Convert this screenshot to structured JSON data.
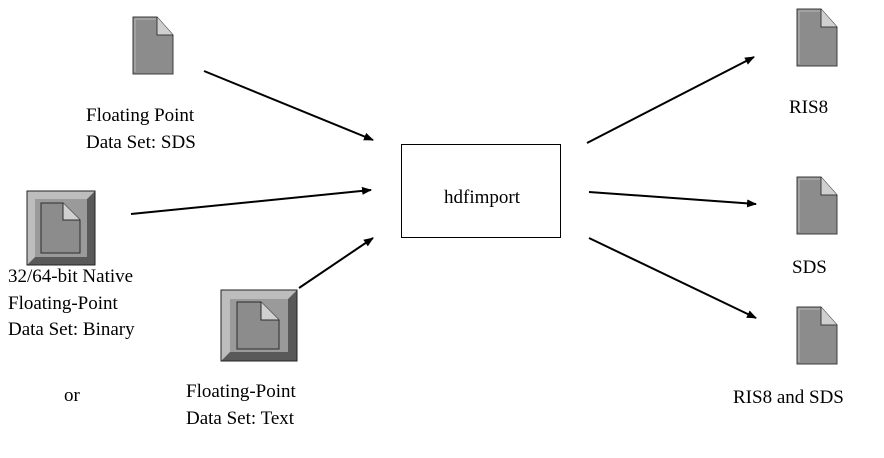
{
  "title": "",
  "inputs": {
    "float_sds": {
      "line1": "Floating Point",
      "line2": "Data Set: SDS"
    },
    "binary": {
      "line1": "32/64-bit Native",
      "line2": "Floating-Point",
      "line3": "Data Set: Binary"
    },
    "or_text": "or",
    "text": {
      "line1": "Floating-Point",
      "line2": "Data Set: Text"
    }
  },
  "processor": {
    "label": "hdfimport"
  },
  "outputs": {
    "ris8": "RIS8",
    "sds": "SDS",
    "ris8_sds": "RIS8 and SDS"
  },
  "colors": {
    "doc_face": "#8c8c8c",
    "doc_light": "#d0d0d0",
    "doc_dark": "#3c3c3c",
    "bevel_light": "#bdbdbd",
    "bevel_dark": "#595959",
    "line": "#000000"
  },
  "icons": {
    "file": "file-icon",
    "file_beveled": "file-beveled-icon"
  }
}
